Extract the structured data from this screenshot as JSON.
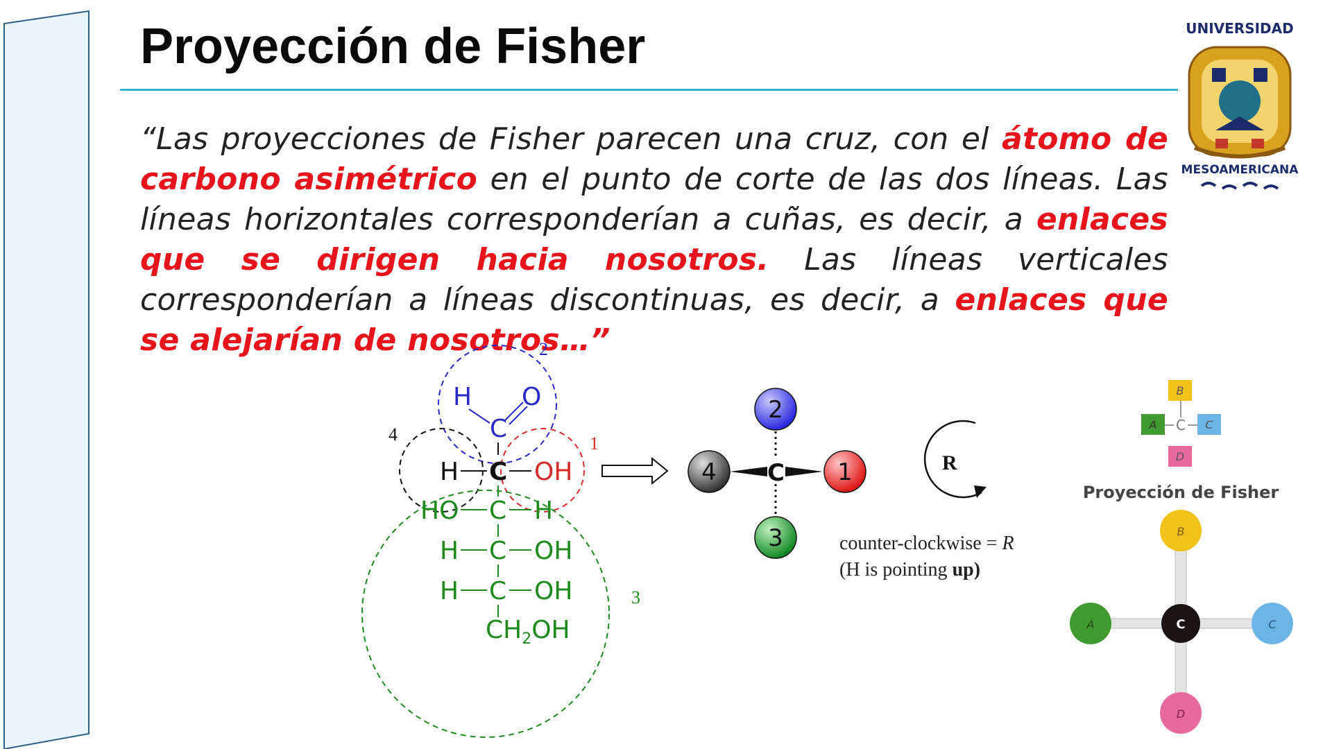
{
  "slide": {
    "title": "Proyección de Fisher",
    "quote": {
      "parts": [
        {
          "text": "“Las proyecciones de Fisher parecen una cruz, con el ",
          "highlight": false
        },
        {
          "text": "átomo de carbono asimétrico",
          "highlight": true
        },
        {
          "text": " en el punto de corte de las dos líneas. Las líneas horizontales corresponderían a cuñas, es decir, a ",
          "highlight": false
        },
        {
          "text": "enlaces que se dirigen hacia nosotros.",
          "highlight": true
        },
        {
          "text": " Las líneas verticales corresponderían a líneas discontinuas, es decir, a ",
          "highlight": false
        },
        {
          "text": "enlaces que se alejarían de nosotros…”",
          "highlight": true
        }
      ]
    }
  },
  "logo": {
    "top_text": "UNIVERSIDAD",
    "bottom_text": "MESOAMERICANA",
    "colors": {
      "gold": "#d9a21e",
      "navy": "#1c2c6b",
      "teal": "#1f6f8b"
    }
  },
  "glucose": {
    "aldehyde": {
      "H": "H",
      "O": "O",
      "C": "C",
      "color": "#2929c8"
    },
    "chiral_center": {
      "left": "H",
      "center": "C",
      "right": "OH",
      "color_right": "#d42a2a"
    },
    "rows": [
      {
        "left": "HO",
        "center": "C",
        "right": "H"
      },
      {
        "left": "H",
        "center": "C",
        "right": "OH"
      },
      {
        "left": "H",
        "center": "C",
        "right": "OH"
      }
    ],
    "bottom": {
      "main": "CH",
      "sub": "2",
      "tail": "OH"
    },
    "green": "#1d8a1d",
    "circle_labels": {
      "one": "1",
      "two": "2",
      "three": "3",
      "four": "4"
    }
  },
  "priority_model": {
    "center": "C",
    "balls": [
      {
        "label": "2",
        "color": "#3d3dff"
      },
      {
        "label": "1",
        "color": "#ee2b2b"
      },
      {
        "label": "3",
        "color": "#22a33a"
      },
      {
        "label": "4",
        "color": "#555555"
      }
    ],
    "rotation_label": "R",
    "caption_line1_pre": "counter-clockwise = ",
    "caption_line1_italic": "R",
    "caption_line2_pre": "(H is pointing ",
    "caption_line2_bold": "up)"
  },
  "fisher_small": {
    "center": "C",
    "labels": {
      "top": "B",
      "left": "A",
      "right": "C",
      "bottom": "D"
    },
    "colors": {
      "top": "#f2c21b",
      "left": "#3f9a2f",
      "right": "#6cb4e6",
      "bottom": "#e86a9c"
    },
    "caption": "Proyección de Fisher"
  },
  "model_3d": {
    "center": "C",
    "labels": {
      "top": "B",
      "left": "A",
      "right": "C",
      "bottom": "D"
    },
    "colors": {
      "top": "#f2c21b",
      "left": "#3f9a2f",
      "right": "#6cb4e6",
      "bottom": "#e86a9c",
      "center": "#1a1414"
    }
  }
}
